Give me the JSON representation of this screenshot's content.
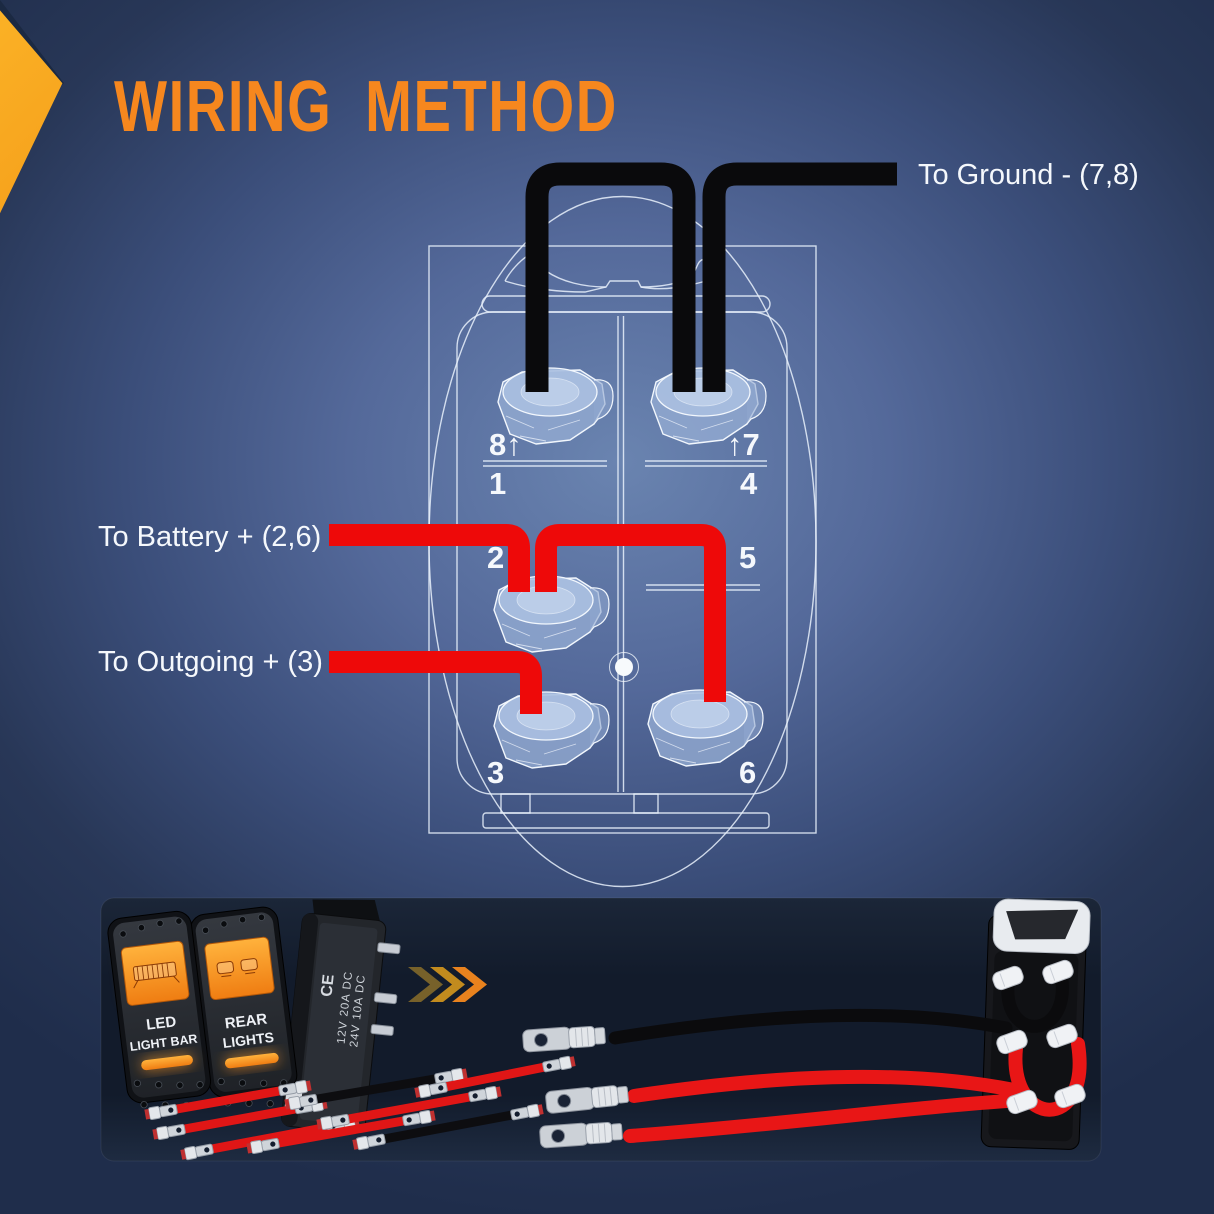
{
  "title": "WIRING METHOD",
  "colors": {
    "accent_orange": "#f6871e",
    "corner_orange": "#f9a41b",
    "wire_red": "#ee0909",
    "wire_black": "#0a0a0c",
    "label_white": "#f5f8fc",
    "blueprint_line": "#e9f1fb",
    "strip_background": "#131c2d"
  },
  "wiring_labels": {
    "ground": "To Ground - (7,8)",
    "battery": "To Battery + (2,6)",
    "outgoing": "To Outgoing + (3)"
  },
  "terminal_labels": {
    "t8": "8↑",
    "t7": "↑7",
    "p1": "1",
    "p4": "4",
    "p2": "2",
    "p5": "5",
    "p3": "3",
    "p6": "6"
  },
  "product_strip": {
    "switch1": {
      "icon": "led-light-bar-icon",
      "line1": "LED",
      "line2": "LIGHT BAR"
    },
    "switch2": {
      "icon": "rear-lights-icon",
      "line1": "REAR",
      "line2": "LIGHTS"
    },
    "side_switch": {
      "ce_mark": "CE",
      "spec_line1": "12V 20A DC",
      "spec_line2": "24V 10A DC"
    },
    "chevrons_icon": "triple-chevron-right-icon"
  }
}
